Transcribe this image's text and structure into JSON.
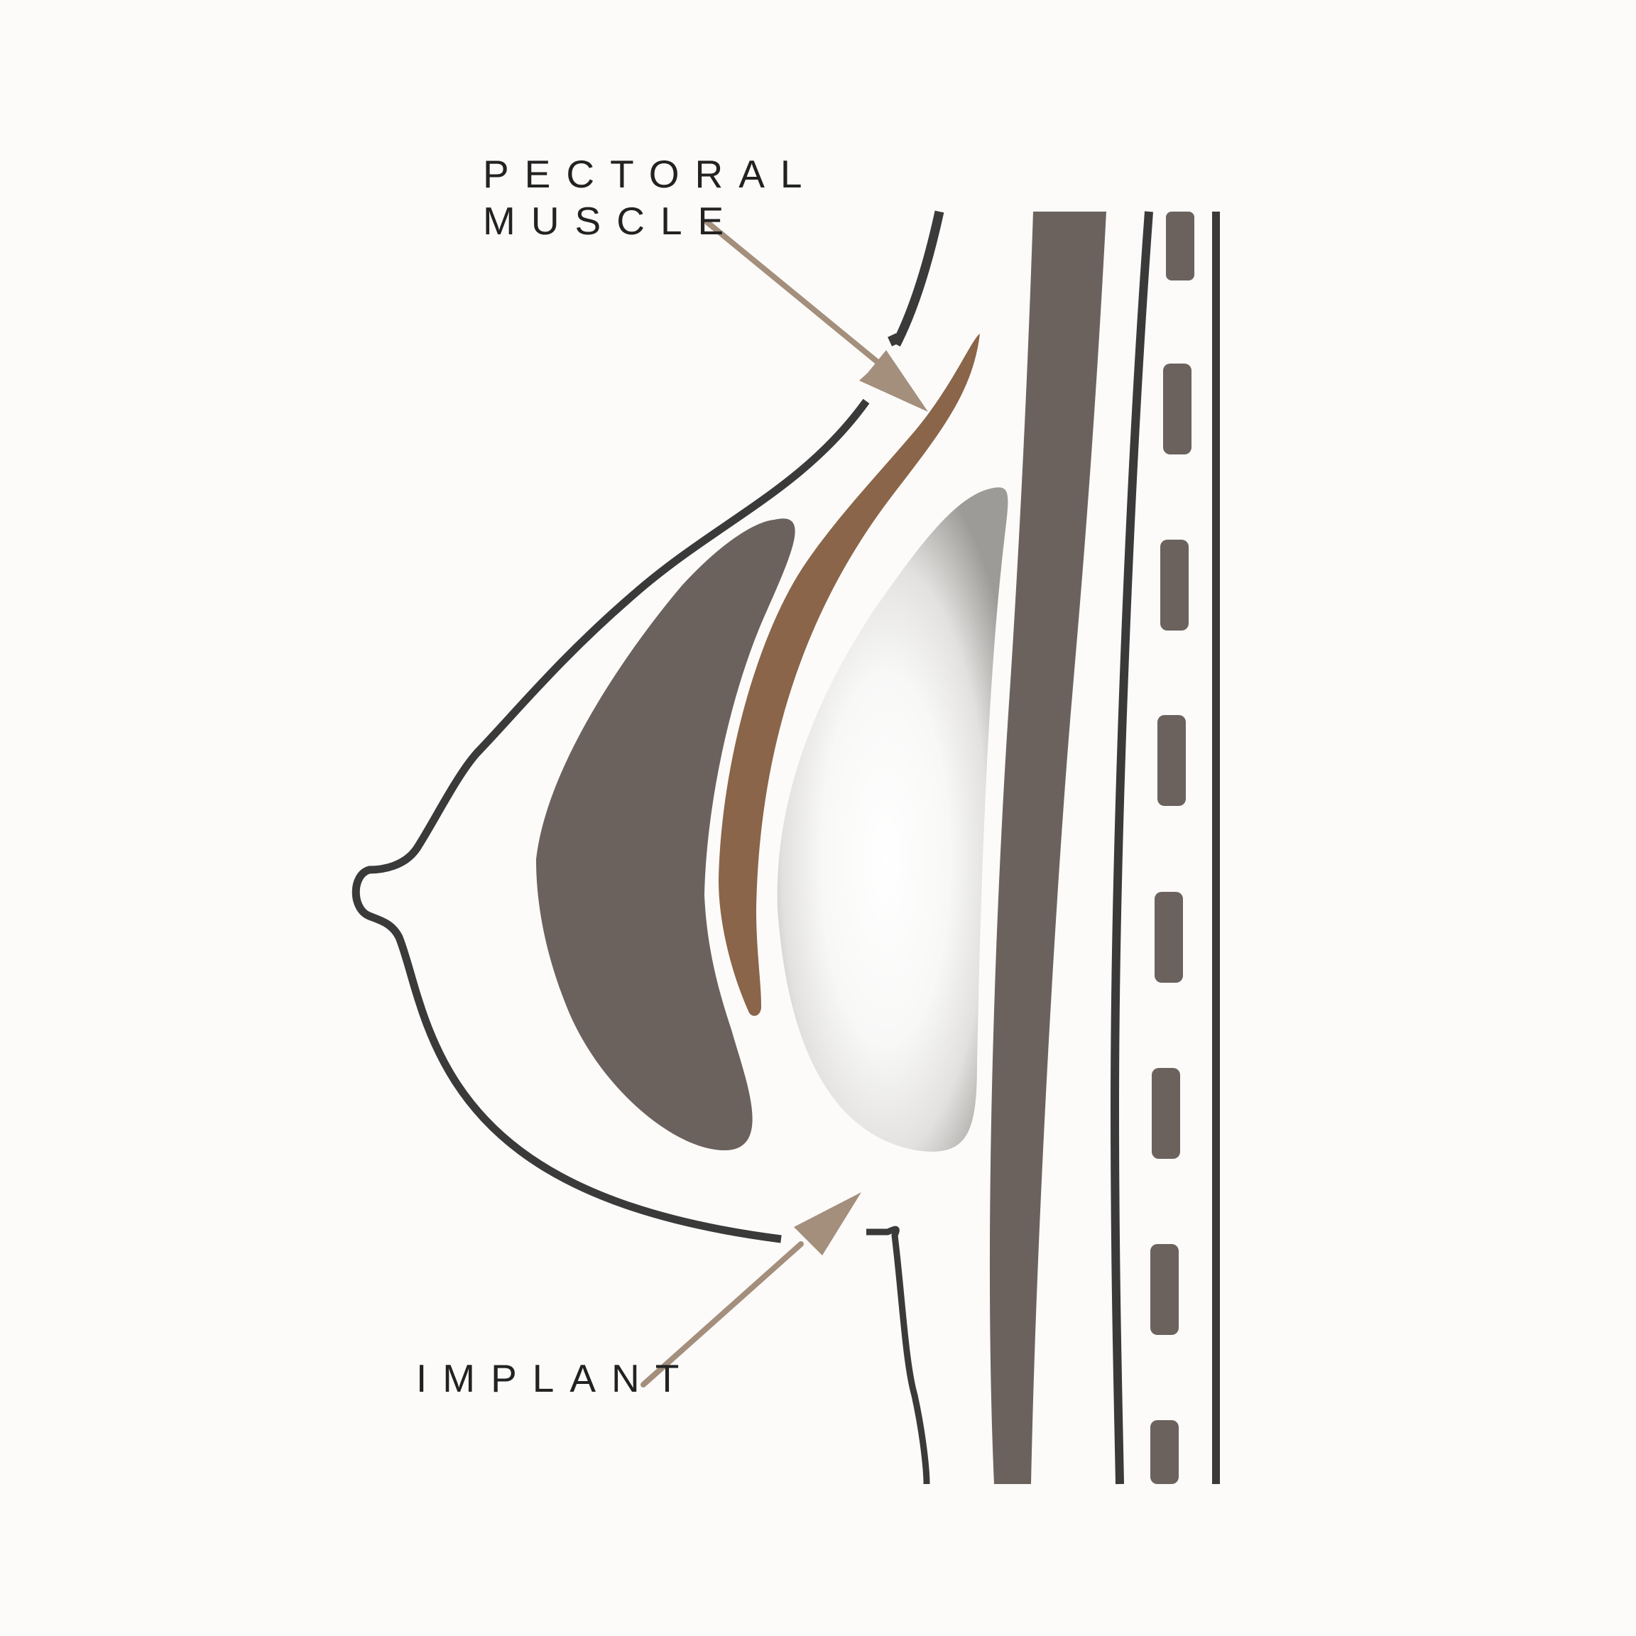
{
  "labels": {
    "pectoral_line1": "PECTORAL",
    "pectoral_line2": "MUSCLE",
    "implant": "IMPLANT"
  },
  "colors": {
    "background": "#fcfbfa",
    "outline": "#3a3a3a",
    "tissue": "#6b625e",
    "muscle": "#8a6549",
    "arrow": "#a38f7c",
    "implant_center": "#ffffff",
    "implant_edge": "#9c9b98"
  }
}
